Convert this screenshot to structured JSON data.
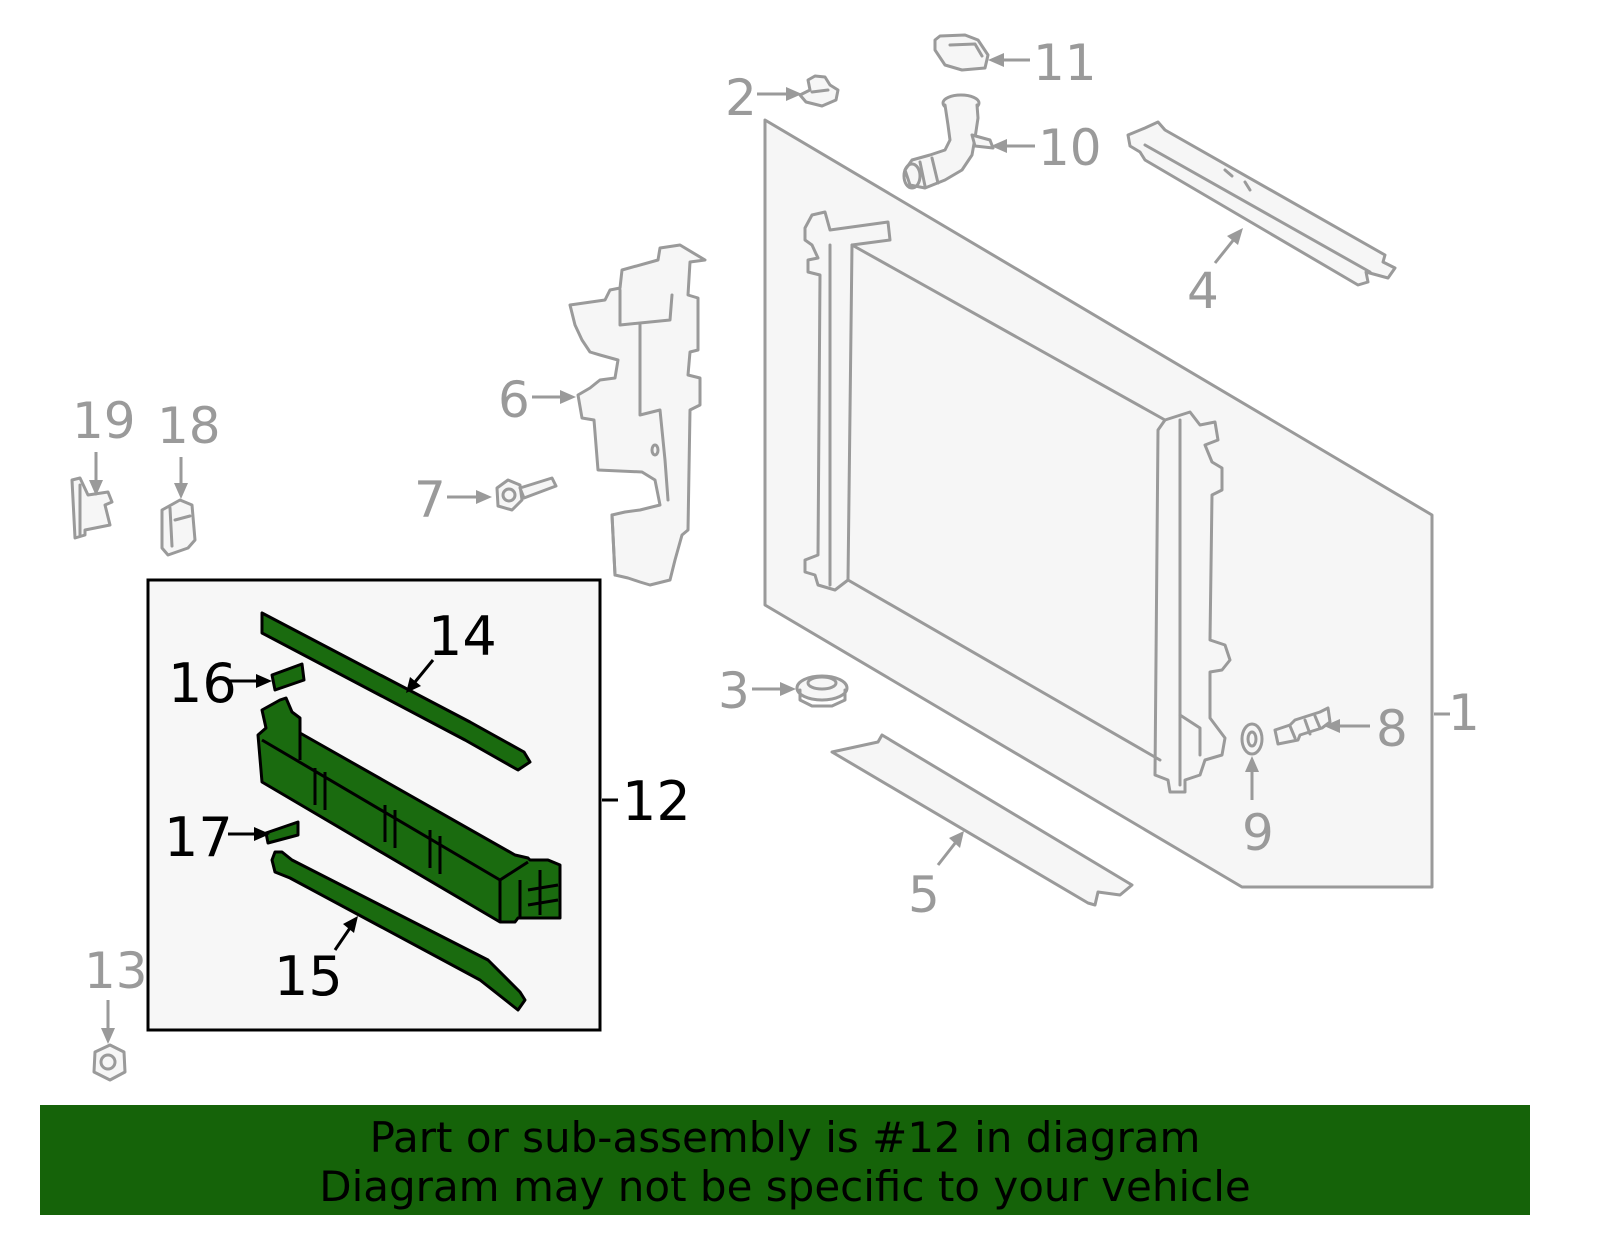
{
  "callouts": {
    "c1": "1",
    "c2": "2",
    "c3": "3",
    "c4": "4",
    "c5": "5",
    "c6": "6",
    "c7": "7",
    "c8": "8",
    "c9": "9",
    "c10": "10",
    "c11": "11",
    "c12": "12",
    "c13": "13",
    "c14": "14",
    "c15": "15",
    "c16": "16",
    "c17": "17",
    "c18": "18",
    "c19": "19"
  },
  "banner": {
    "line1": "Part or sub-assembly is #12 in diagram",
    "line2": "Diagram may not be specific to your vehicle"
  },
  "colors": {
    "highlight": "#156309",
    "part_outline": "#9a9a9a",
    "frame": "#000000"
  },
  "highlighted_callout": "12"
}
